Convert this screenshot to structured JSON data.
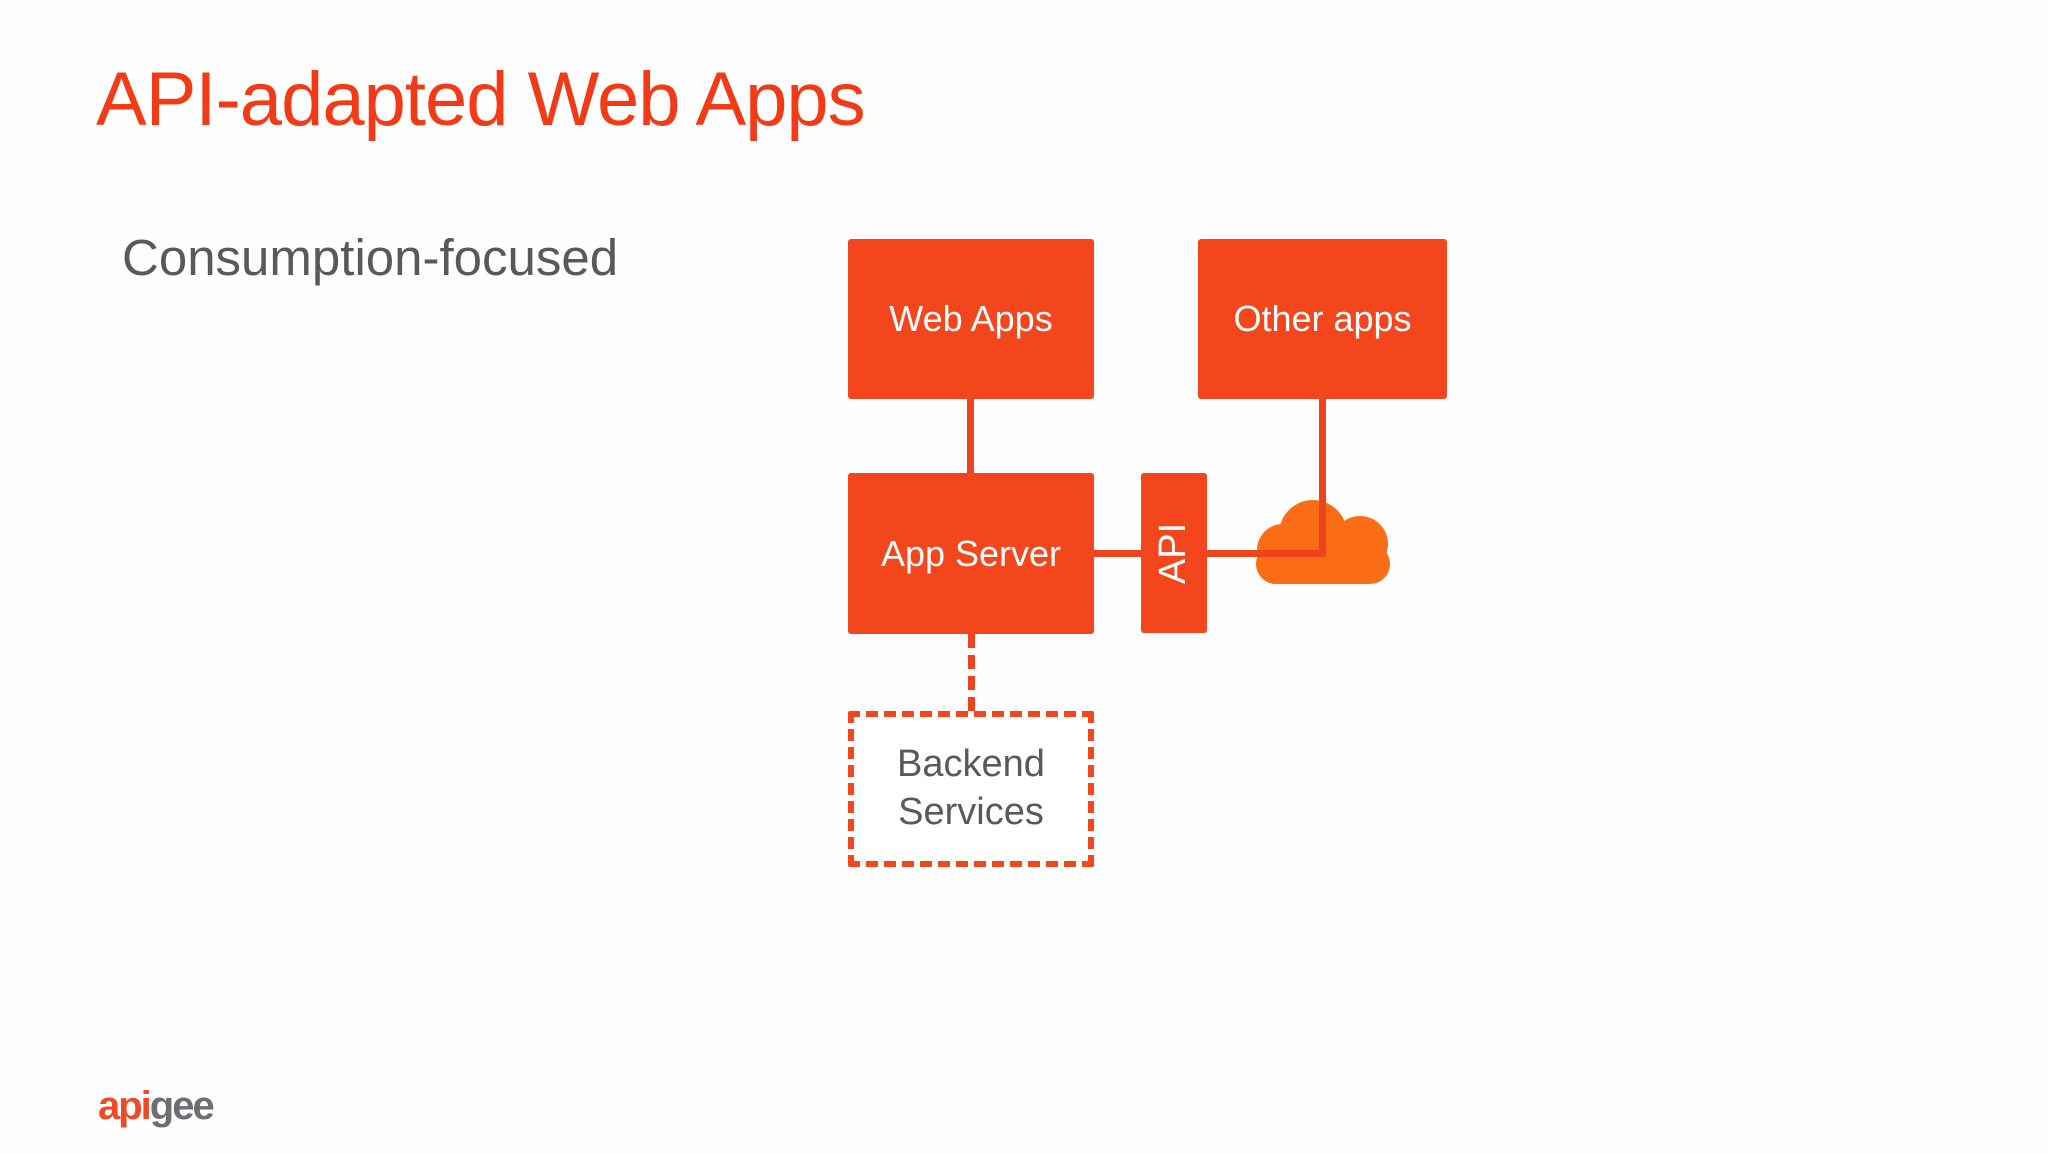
{
  "slide": {
    "title": "API-adapted Web Apps",
    "subtitle": "Consumption-focused"
  },
  "diagram": {
    "nodes": [
      {
        "id": "web-apps",
        "label": "Web Apps",
        "style": "solid-fill"
      },
      {
        "id": "other-apps",
        "label": "Other apps",
        "style": "solid-fill"
      },
      {
        "id": "app-server",
        "label": "App Server",
        "style": "solid-fill"
      },
      {
        "id": "api",
        "label": "API",
        "style": "solid-fill",
        "text_orientation": "vertical-bottom-to-top"
      },
      {
        "id": "backend-services",
        "label": "Backend Services",
        "style": "dashed-outline"
      },
      {
        "id": "cloud",
        "label": "",
        "style": "cloud-icon"
      }
    ],
    "edges": [
      {
        "from": "web-apps",
        "to": "app-server",
        "line": "solid"
      },
      {
        "from": "app-server",
        "to": "api",
        "line": "solid"
      },
      {
        "from": "api",
        "to": "cloud",
        "line": "solid"
      },
      {
        "from": "other-apps",
        "to": "cloud",
        "line": "solid"
      },
      {
        "from": "app-server",
        "to": "backend-services",
        "line": "dashed"
      }
    ]
  },
  "footer": {
    "logo_api": "api",
    "logo_gee": "gee"
  },
  "colors": {
    "box": "#F4461C",
    "cloud": "#FB6C17",
    "line": "#EE431C",
    "title": "#F23A17",
    "gray": "#58595B",
    "logoOrange": "#EF4A23",
    "logoGray": "#6D6E71"
  }
}
